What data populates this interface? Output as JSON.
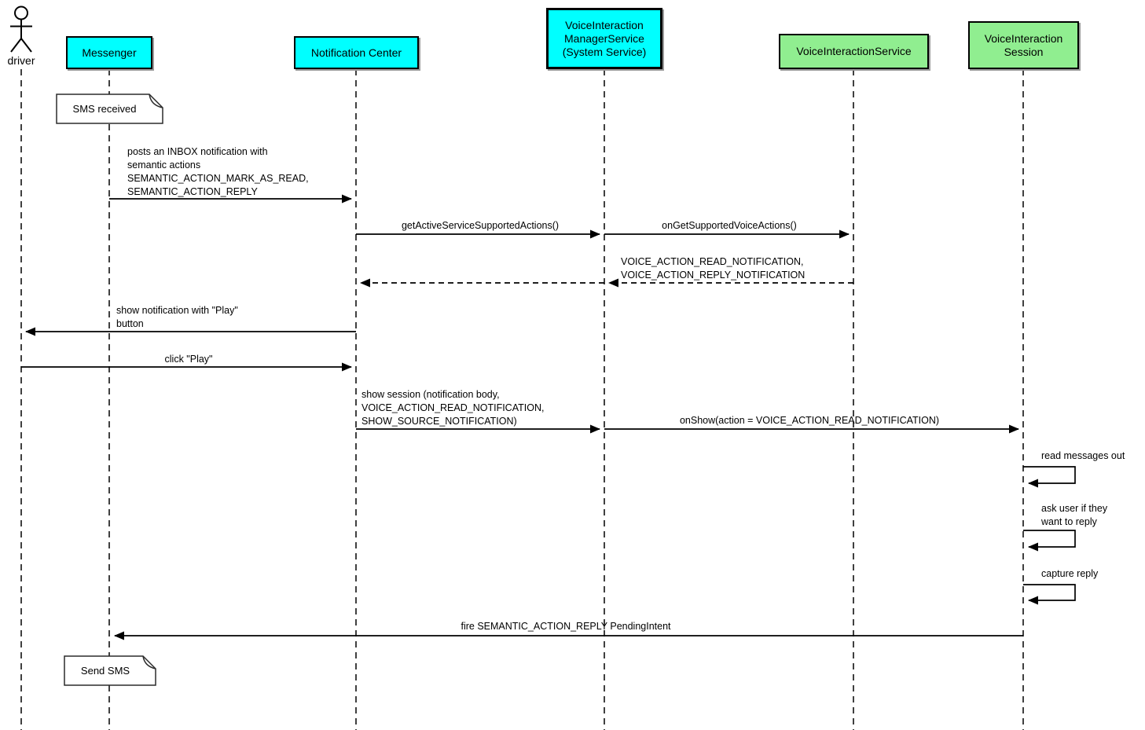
{
  "colors": {
    "cyan": "#00ffff",
    "green": "#90ee90",
    "line": "#000000",
    "note_bg": "#ffffff"
  },
  "actor": {
    "label": "driver"
  },
  "participants": [
    {
      "id": "messenger",
      "label": "Messenger",
      "color": "cyan"
    },
    {
      "id": "notification-center",
      "label": "Notification Center",
      "color": "cyan"
    },
    {
      "id": "voice-interaction-manager-service",
      "label": "VoiceInteraction\nManagerService\n(System Service)",
      "color": "cyan"
    },
    {
      "id": "voice-interaction-service",
      "label": "VoiceInteractionService",
      "color": "green"
    },
    {
      "id": "voice-interaction-session",
      "label": "VoiceInteraction\nSession",
      "color": "green"
    }
  ],
  "notes": [
    {
      "attached_to": "Messenger",
      "text": "SMS received"
    },
    {
      "attached_to": "Messenger",
      "text": "Send SMS"
    }
  ],
  "messages": [
    {
      "from": "Messenger",
      "to": "Notification Center",
      "line": "solid",
      "text": "posts an INBOX notification with\nsemantic actions\nSEMANTIC_ACTION_MARK_AS_READ,\nSEMANTIC_ACTION_REPLY"
    },
    {
      "from": "Notification Center",
      "to": "VoiceInteraction ManagerService (System Service)",
      "line": "solid",
      "text": "getActiveServiceSupportedActions()"
    },
    {
      "from": "VoiceInteraction ManagerService (System Service)",
      "to": "VoiceInteractionService",
      "line": "solid",
      "text": "onGetSupportedVoiceActions()"
    },
    {
      "from": "VoiceInteractionService",
      "to": "Notification Center",
      "line": "dashed-return",
      "text": "VOICE_ACTION_READ_NOTIFICATION,\nVOICE_ACTION_REPLY_NOTIFICATION"
    },
    {
      "from": "Notification Center",
      "to": "driver",
      "line": "solid",
      "text": "show notification with \"Play\"\nbutton"
    },
    {
      "from": "driver",
      "to": "Notification Center",
      "line": "solid",
      "text": "click \"Play\""
    },
    {
      "from": "Notification Center",
      "to": "VoiceInteraction ManagerService (System Service)",
      "line": "solid",
      "text": "show session (notification body,\nVOICE_ACTION_READ_NOTIFICATION,\nSHOW_SOURCE_NOTIFICATION)"
    },
    {
      "from": "VoiceInteraction ManagerService (System Service)",
      "to": "VoiceInteraction Session",
      "line": "solid",
      "text": "onShow(action = VOICE_ACTION_READ_NOTIFICATION)"
    },
    {
      "from": "VoiceInteraction Session",
      "to": "VoiceInteraction Session",
      "line": "self",
      "text": "read messages out"
    },
    {
      "from": "VoiceInteraction Session",
      "to": "VoiceInteraction Session",
      "line": "self",
      "text": "ask user if they\nwant to reply"
    },
    {
      "from": "VoiceInteraction Session",
      "to": "VoiceInteraction Session",
      "line": "self",
      "text": "capture reply"
    },
    {
      "from": "VoiceInteraction Session",
      "to": "Messenger",
      "line": "solid",
      "text": "fire SEMANTIC_ACTION_REPLY PendingIntent"
    }
  ]
}
